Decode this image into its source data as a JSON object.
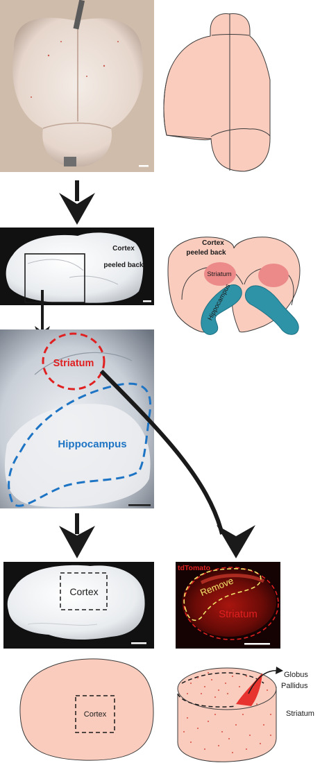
{
  "figure": {
    "colors": {
      "tissue_fill": "#f9ccbe",
      "outline": "#3a3a3a",
      "striatum_fill": "#ec8a8a",
      "hippocampus_fill": "#2f93a8",
      "hippocampus_stroke": "#1a6f82",
      "label_red": "#e02020",
      "label_blue": "#1d74c4",
      "label_yellow": "#f4e66a",
      "photo_dark": "#111111"
    },
    "schematic_mid": {
      "cortex_label_line1": "Cortex",
      "cortex_label_line2": "peeled back",
      "striatum_label": "Striatum",
      "hippocampus_label": "Hippocampus"
    },
    "photo_mid": {
      "cortex_label_line1": "Cortex",
      "cortex_label_line2": "peeled back"
    },
    "photo_zoom": {
      "striatum_label": "Striatum",
      "hippocampus_label": "Hippocampus"
    },
    "photo_cortex": {
      "label": "Cortex"
    },
    "photo_striatum": {
      "channel_label": "tdTomato",
      "remove_label": "Remove",
      "striatum_label": "Striatum"
    },
    "schematic_cortex": {
      "label": "Cortex"
    },
    "schematic_striatum": {
      "pallidus_label_line1": "Globus",
      "pallidus_label_line2": "Pallidus",
      "striatum_label": "Striatum"
    }
  }
}
